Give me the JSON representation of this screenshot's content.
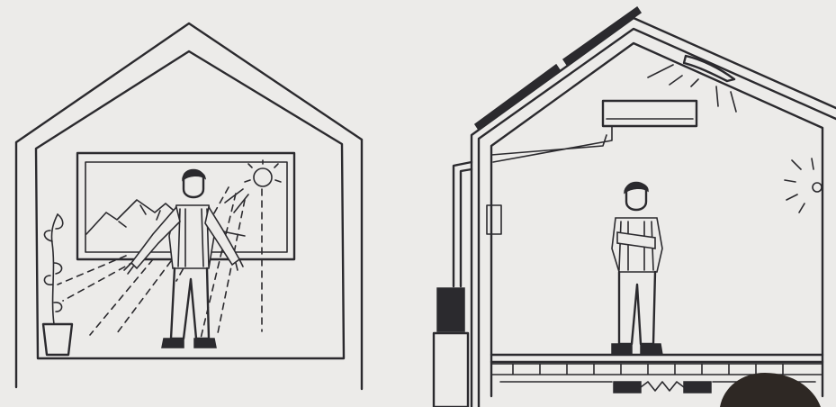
{
  "scene": {
    "background_color": "#ecebe9",
    "ink_color": "#2b2a2e",
    "left_panel": {
      "subject": "house-with-large-window-sunlight-and-plant",
      "elements": [
        "house-outline",
        "window",
        "mountains",
        "sun",
        "sun-rays",
        "person-arms-open",
        "potted-plant"
      ]
    },
    "right_panel": {
      "subject": "insulated-house-with-solar-panels-and-climate-equipment",
      "elements": [
        "house-outline",
        "solar-panels",
        "air-conditioner",
        "ceiling-light",
        "wall-light",
        "person-arms-crossed",
        "outdoor-unit",
        "floor-ducts"
      ]
    }
  }
}
